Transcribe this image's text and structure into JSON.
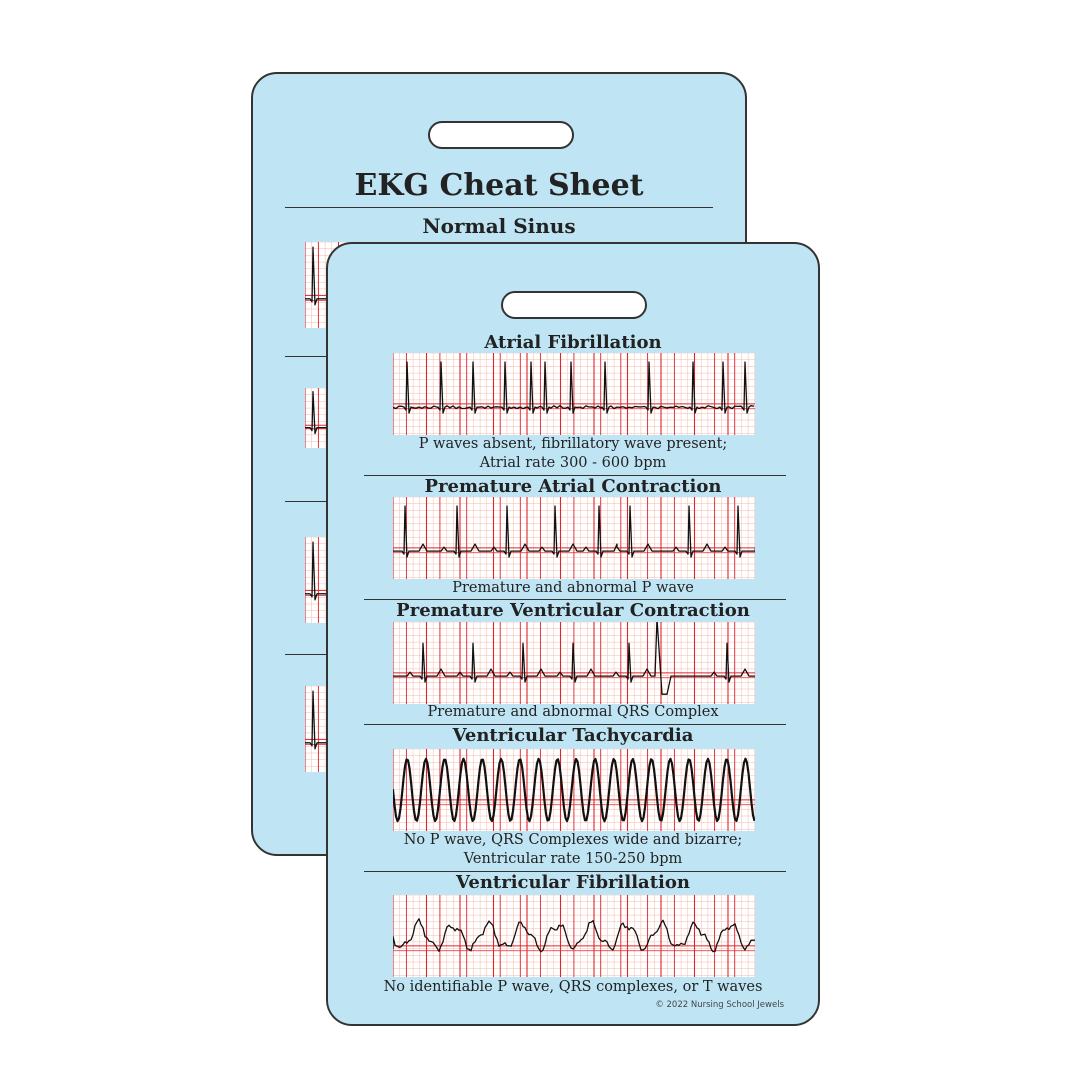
{
  "back_card": {
    "title": "EKG Cheat Sheet",
    "first_section": "Normal Sinus"
  },
  "front_card": {
    "sections": [
      {
        "title": "Atrial Fibrillation",
        "caption_lines": [
          "P waves absent, fibrillatory wave present;",
          "Atrial rate 300 - 600 bpm"
        ],
        "rhythm": "afib"
      },
      {
        "title": "Premature Atrial Contraction",
        "caption_lines": [
          "Premature and abnormal P wave"
        ],
        "rhythm": "pac"
      },
      {
        "title": "Premature Ventricular Contraction",
        "caption_lines": [
          "Premature and abnormal QRS Complex"
        ],
        "rhythm": "pvc"
      },
      {
        "title": "Ventricular Tachycardia",
        "caption_lines": [
          "No P wave, QRS Complexes wide and bizarre;",
          "Ventricular rate 150-250 bpm"
        ],
        "rhythm": "vtach"
      },
      {
        "title": "Ventricular Fibrillation",
        "caption_lines": [
          "No identifiable P wave, QRS complexes, or T waves"
        ],
        "rhythm": "vfib"
      }
    ],
    "copyright": "© 2022 Nursing School Jewels"
  },
  "colors": {
    "card_background": "#bfe5f5",
    "grid_minor": "#f6b8a8",
    "grid_major": "#e0242a",
    "trace": "#111111"
  }
}
